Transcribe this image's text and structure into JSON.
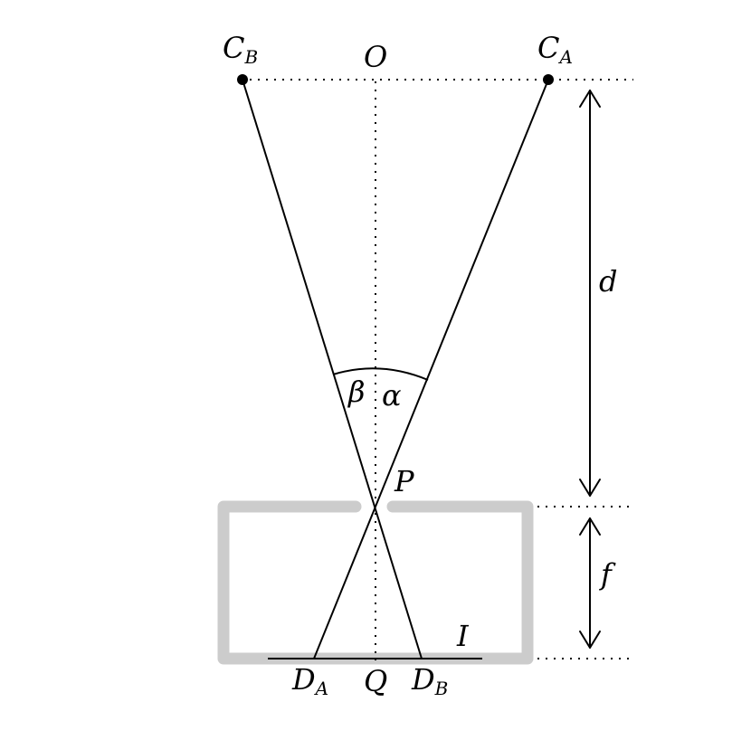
{
  "labels": {
    "cb": "C",
    "cb_sub": "B",
    "o": "O",
    "ca": "C",
    "ca_sub": "A",
    "d": "d",
    "beta": "β",
    "alpha": "α",
    "p": "P",
    "f": "f",
    "i": "I",
    "da": "D",
    "da_sub": "A",
    "q": "Q",
    "db": "D",
    "db_sub": "B"
  },
  "colors": {
    "ink": "#000000",
    "camera": "#cccccc"
  }
}
